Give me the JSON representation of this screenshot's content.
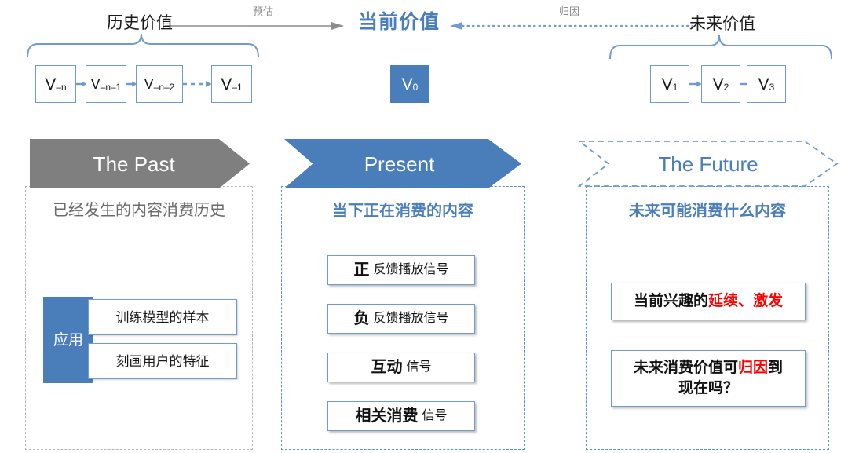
{
  "timeline": {
    "past_label": "历史价值",
    "present_label": "当前价值",
    "future_label": "未来价值",
    "connector_left_label": "预估",
    "connector_right_label": "归因",
    "past_nodes": [
      {
        "base": "V",
        "sub": "–n"
      },
      {
        "base": "V",
        "sub": "–n–1"
      },
      {
        "base": "V",
        "sub": "–n–2"
      },
      {
        "base": "V",
        "sub": "–1"
      }
    ],
    "present_node": {
      "base": "V",
      "sub": "0"
    },
    "future_nodes": [
      {
        "base": "V",
        "sub": "1"
      },
      {
        "base": "V",
        "sub": "2"
      },
      {
        "base": "V",
        "sub": "3"
      }
    ]
  },
  "columns": {
    "past": {
      "banner": "The Past",
      "heading": "已经发生的内容消费历史",
      "app_tag": "应用",
      "app_items": [
        "训练模型的样本",
        "刻画用户的特征"
      ]
    },
    "present": {
      "banner": "Present",
      "heading": "当下正在消费的内容",
      "signals": [
        {
          "strong": "正",
          "rest": "反馈播放信号"
        },
        {
          "strong": "负",
          "rest": "反馈播放信号"
        },
        {
          "strong": "互动",
          "rest": "信号"
        },
        {
          "strong": "相关消费",
          "rest": "信号"
        }
      ]
    },
    "future": {
      "banner": "The Future",
      "heading": "未来可能消费什么内容",
      "cards": [
        {
          "pre": "当前兴趣的",
          "hl": "延续、激发",
          "post": "",
          "line2": ""
        },
        {
          "pre": "未来消费价值可",
          "hl": "归因",
          "post": "到",
          "line2": "现在吗？"
        }
      ]
    }
  },
  "colors": {
    "accent_blue": "#4a7ebb",
    "past_gray": "#7f7f7f",
    "highlight_red": "#ff0000",
    "box_border_blue": "#6f9bd1"
  }
}
